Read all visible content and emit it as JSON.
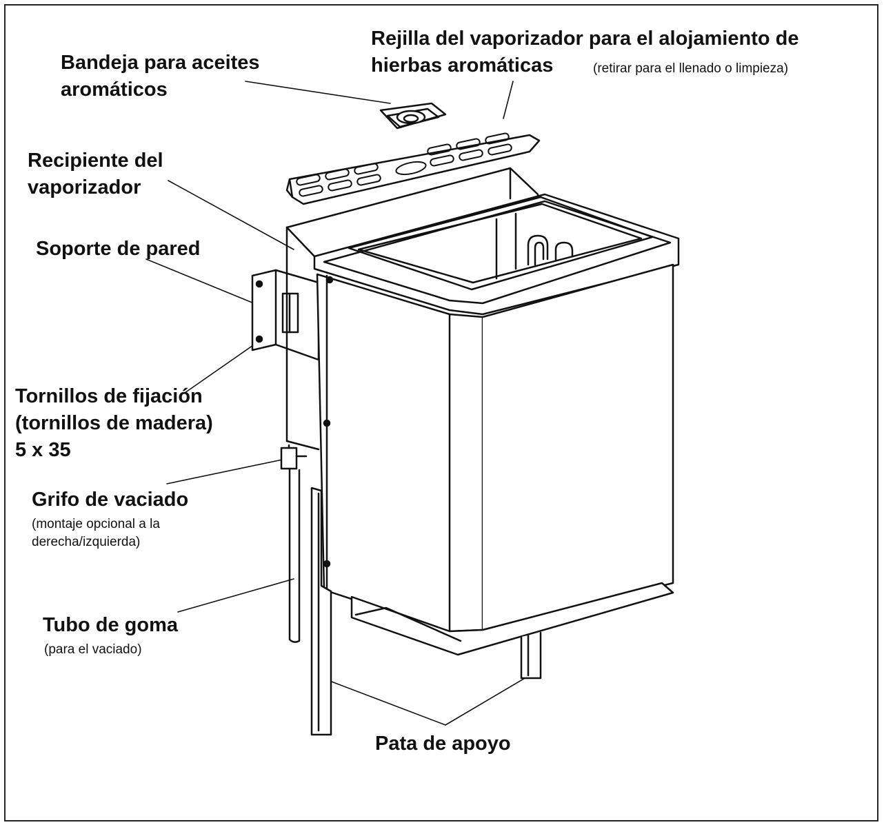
{
  "labels": {
    "rejilla": {
      "line1": "Rejilla del vaporizador para el alojamiento de",
      "line2": "hierbas aromáticas",
      "note": "(retirar para el llenado o limpieza)"
    },
    "bandeja": {
      "line1": "Bandeja para aceites",
      "line2": "aromáticos"
    },
    "recipiente": {
      "line1": "Recipiente del",
      "line2": "vaporizador"
    },
    "soporte": {
      "line1": "Soporte de pared"
    },
    "tornillos": {
      "line1": "Tornillos de fijación",
      "line2": "(tornillos de madera)",
      "line3": "5 x 35"
    },
    "grifo": {
      "line1": "Grifo de vaciado",
      "note1": "(montaje opcional a la",
      "note2": "derecha/izquierda)"
    },
    "tubo": {
      "line1": "Tubo de goma",
      "note": "(para el vaciado)"
    },
    "pata": {
      "line1": "Pata de apoyo"
    }
  }
}
